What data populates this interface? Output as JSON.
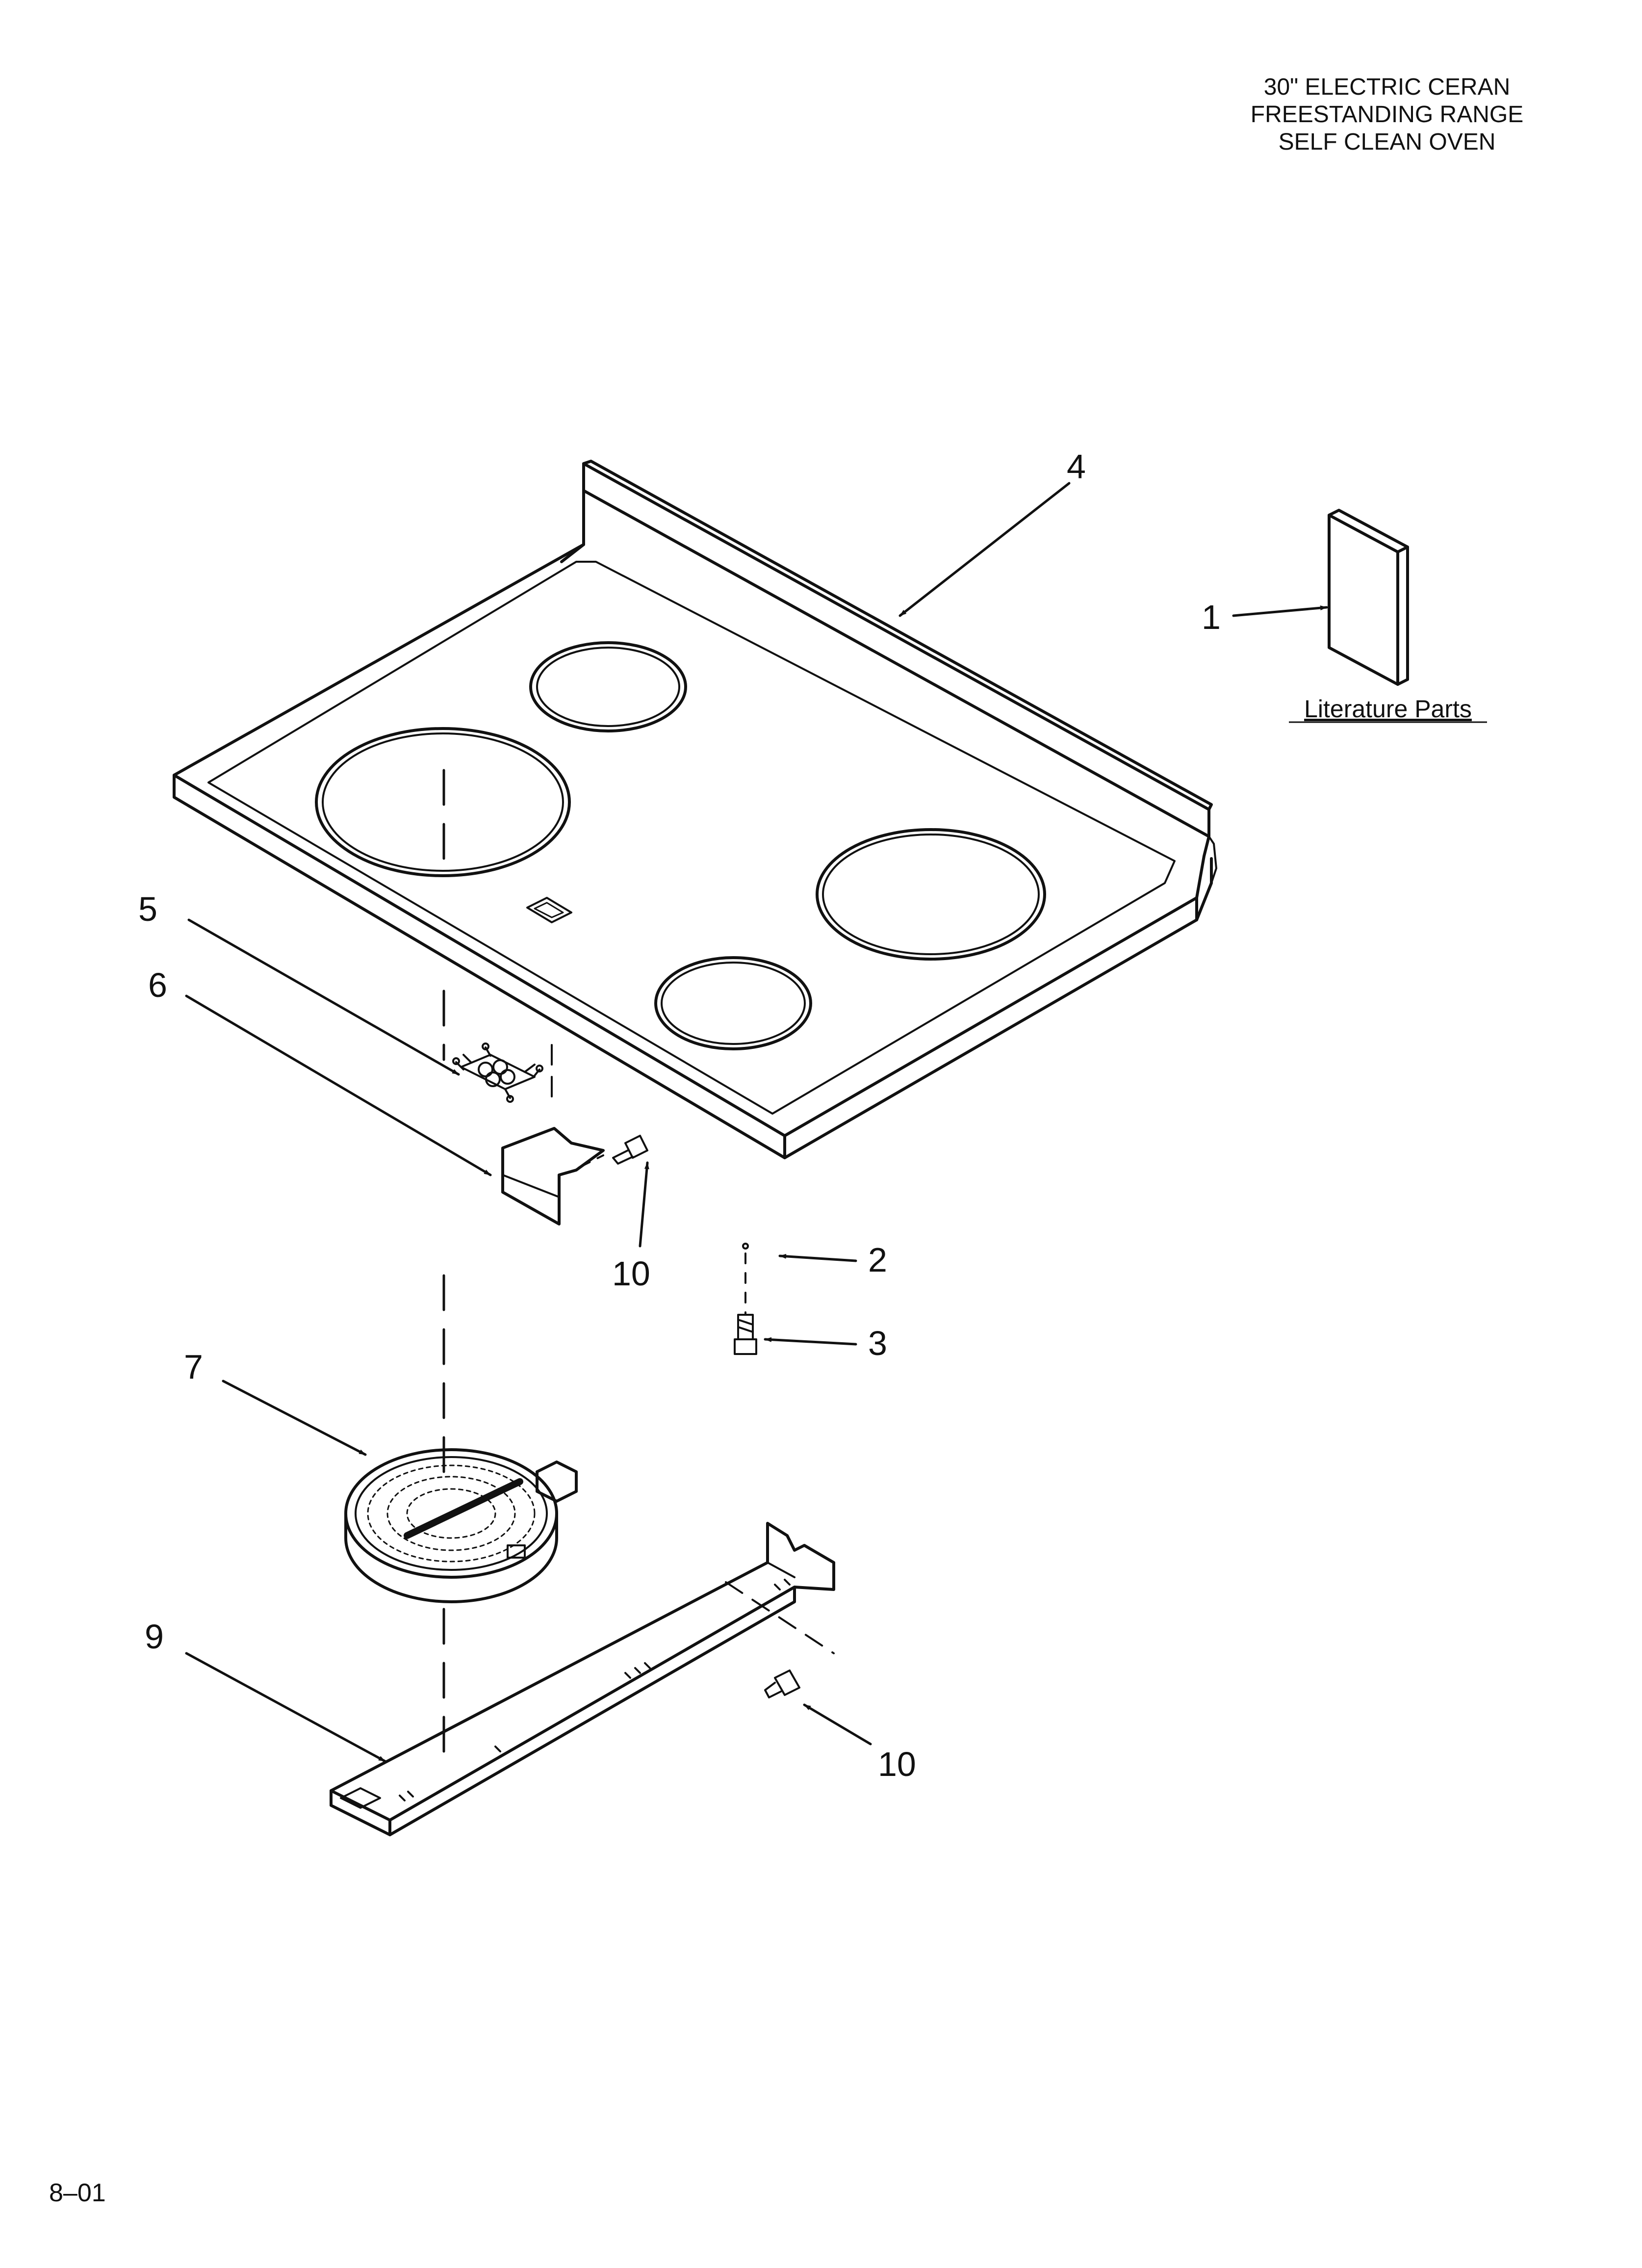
{
  "header": {
    "line1": "30\" ELECTRIC CERAN",
    "line2": "FREESTANDING RANGE",
    "line3": "SELF CLEAN OVEN"
  },
  "literature_label": "Literature Parts",
  "callouts": {
    "c1": "1",
    "c2": "2",
    "c3": "3",
    "c4": "4",
    "c5": "5",
    "c6": "6",
    "c7": "7",
    "c9": "9",
    "c10a": "10",
    "c10b": "10"
  },
  "footer_code": "8–01"
}
